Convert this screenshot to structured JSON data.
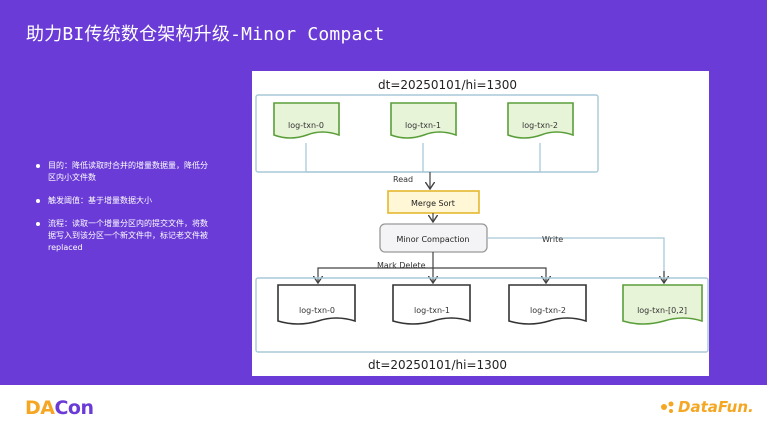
{
  "slide": {
    "title": "助力BI传统数仓架构升级-Minor Compact",
    "bullets": [
      "目的：降低读取时合并的增量数据量，降低分区内小文件数",
      "触发阈值：基于增量数据大小",
      "流程：读取一个增量分区内的提交文件，将数据写入到该分区一个新文件中，标记老文件被replaced"
    ]
  },
  "diagram": {
    "top_partition_label": "dt=20250101/hi=1300",
    "bottom_partition_label": "dt=20250101/hi=1300",
    "top_files": [
      "log-txn-0",
      "log-txn-1",
      "log-txn-2"
    ],
    "bottom_files": [
      "log-txn-0",
      "log-txn-1",
      "log-txn-2"
    ],
    "new_file": "log-txn-[0,2]",
    "read_label": "Read",
    "merge_sort_label": "Merge Sort",
    "minor_compaction_label": "Minor Compaction",
    "write_label": "Write",
    "mark_delete_label": "Mark Delete",
    "colors": {
      "green_stroke": "#5a9e3a",
      "green_fill": "#e8f4d8",
      "yellow_fill": "#fff7d6",
      "yellow_stroke": "#e6b82e",
      "partition_stroke": "#a8c8d8",
      "dark_stroke": "#333333"
    }
  },
  "footer": {
    "left_logo_part1": "DA",
    "left_logo_part2": "Con",
    "right_logo": "DataFun."
  }
}
